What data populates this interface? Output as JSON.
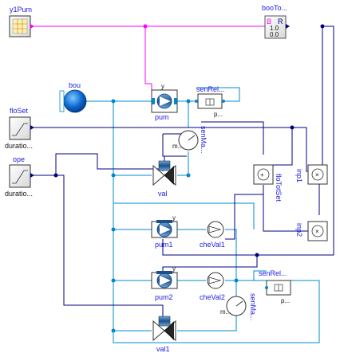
{
  "diagram": {
    "components": {
      "y1Pum": "y1Pum",
      "booTo": "booTo...",
      "booTo_in": "B",
      "booTo_out": "R",
      "booTo_v1": "1.0",
      "booTo_v0": "0.0",
      "bou": "bou",
      "pum": "pum",
      "senRel_top": "senRel...",
      "senRel_top_sub": "p...",
      "floSet": "floSet",
      "floSet_sub": "duratio...",
      "ope": "ope",
      "ope_sub": "duratio...",
      "senMa_top": "senMa...",
      "senMa_top_sub": "m...",
      "val": "val",
      "floTotSet": "floTotSet",
      "inp1": "inp1",
      "inp2": "inp2",
      "pum1": "pum1",
      "cheVal1": "cheVal1",
      "pum2": "pum2",
      "cheVal2": "cheVal2",
      "senRel_bot": "senRel...",
      "senRel_bot_sub": "p...",
      "senMa_bot": "senMa...",
      "senMa_bot_sub": "m...",
      "val1": "val1",
      "pum_y": "y",
      "pum1_y": "y",
      "pum2_y": "y"
    },
    "colors": {
      "fluid": "#0088cc",
      "signal_real": "#000080",
      "signal_bool": "#ff00ff",
      "label": "#1a1ae6"
    }
  }
}
